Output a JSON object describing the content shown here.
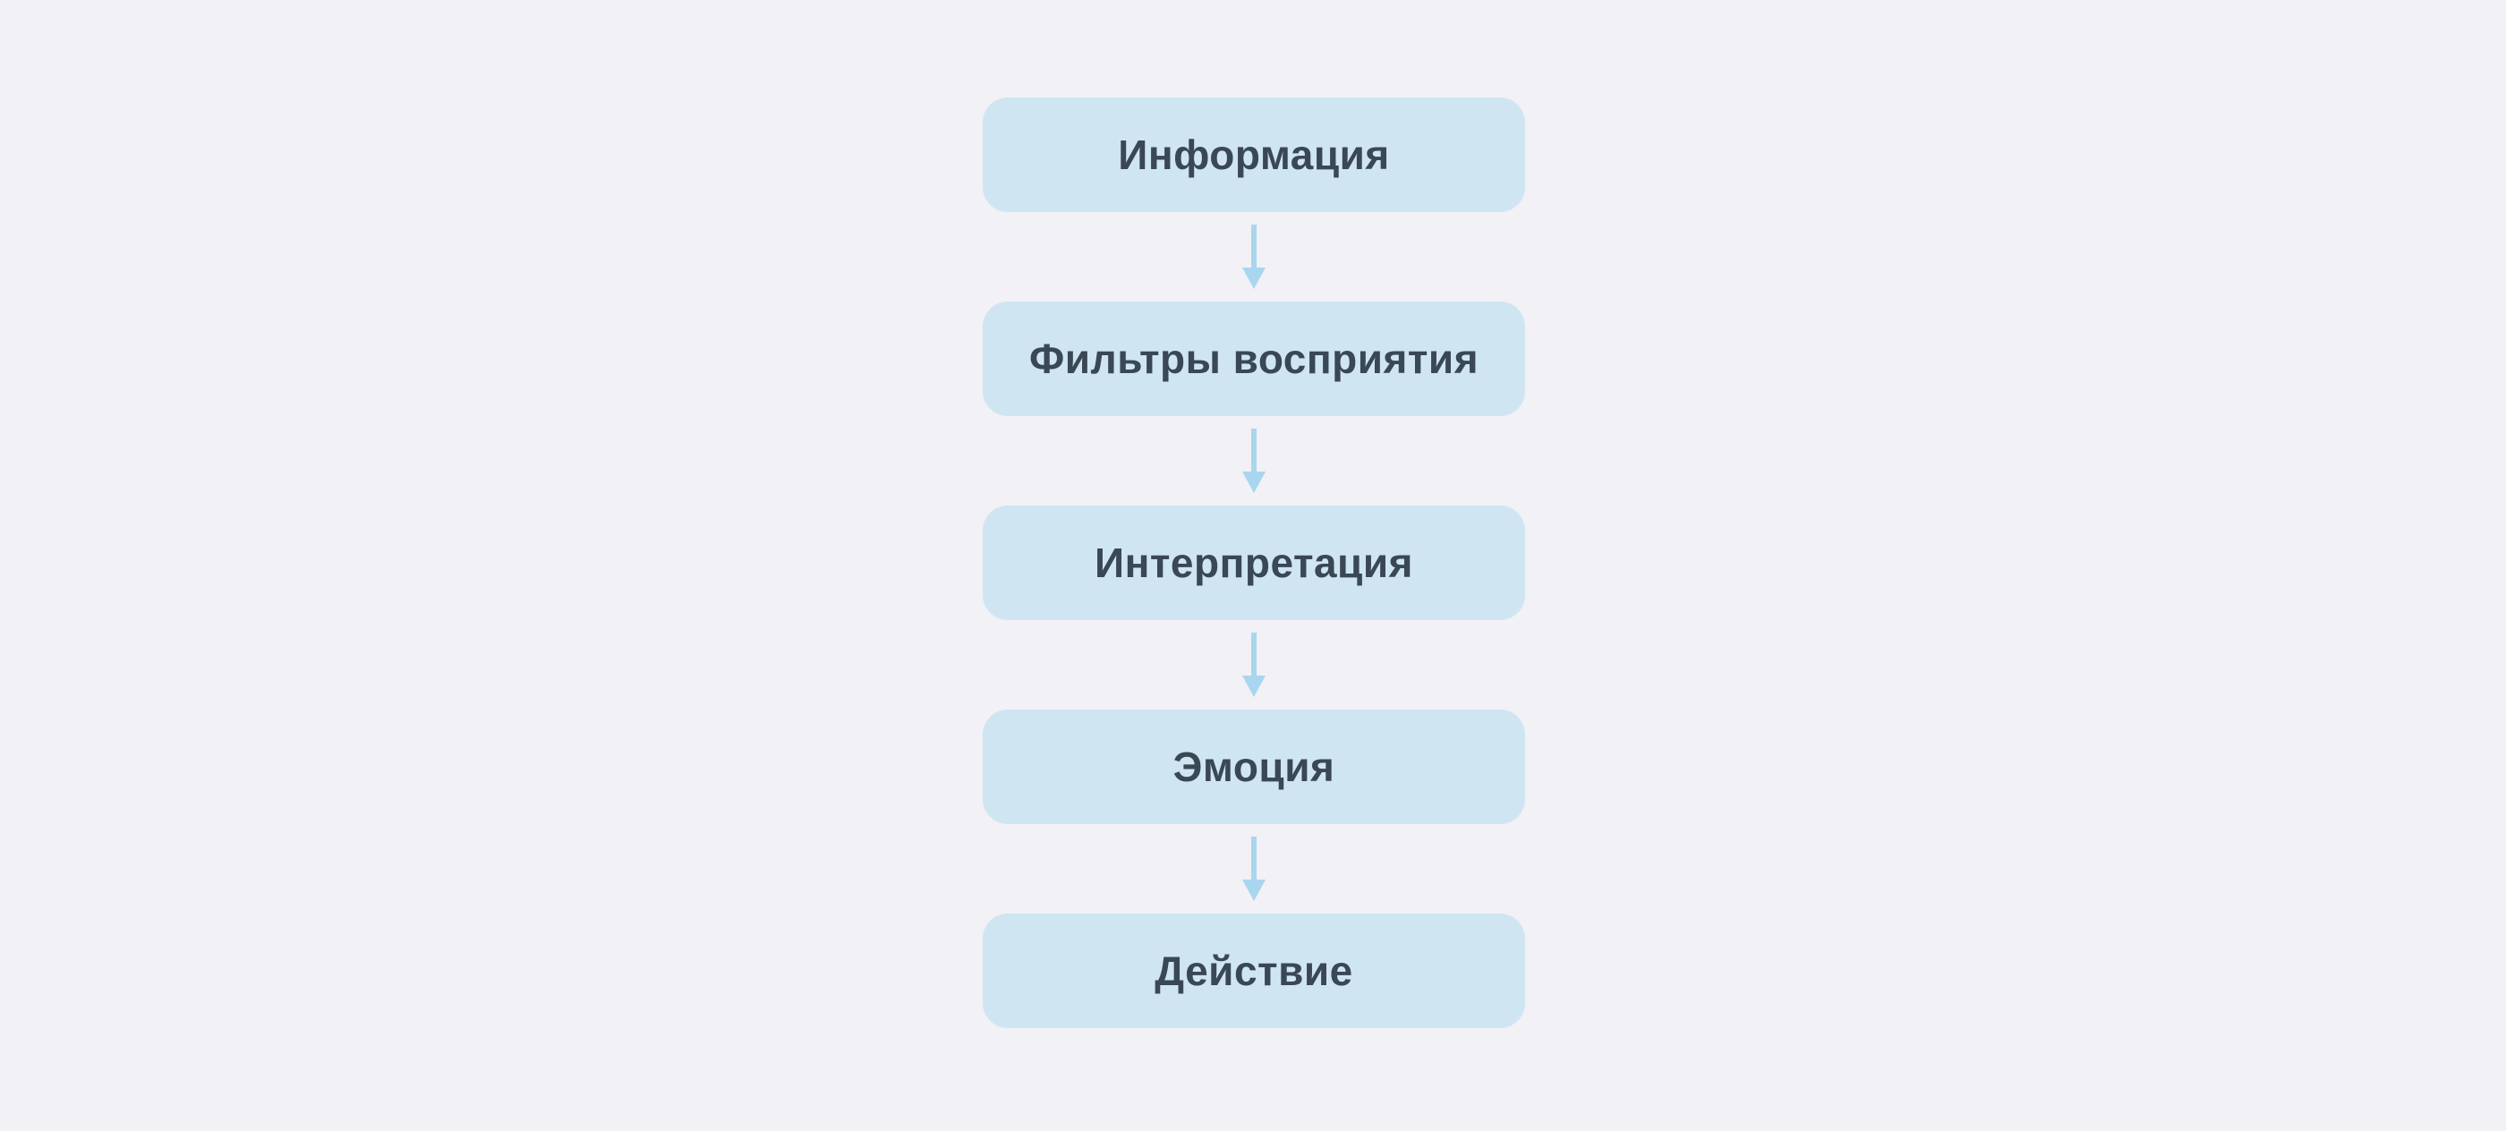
{
  "diagram": {
    "type": "flowchart-vertical",
    "steps": [
      {
        "label": "Информация"
      },
      {
        "label": "Фильтры восприятия"
      },
      {
        "label": "Интерпретация"
      },
      {
        "label": "Эмоция"
      },
      {
        "label": "Действие"
      }
    ],
    "connector": "arrow-down",
    "colors": {
      "background": "#f1f1f6",
      "box_fill": "#cfe5f2",
      "text": "#3a4754",
      "arrow": "#a9d6ef"
    }
  }
}
